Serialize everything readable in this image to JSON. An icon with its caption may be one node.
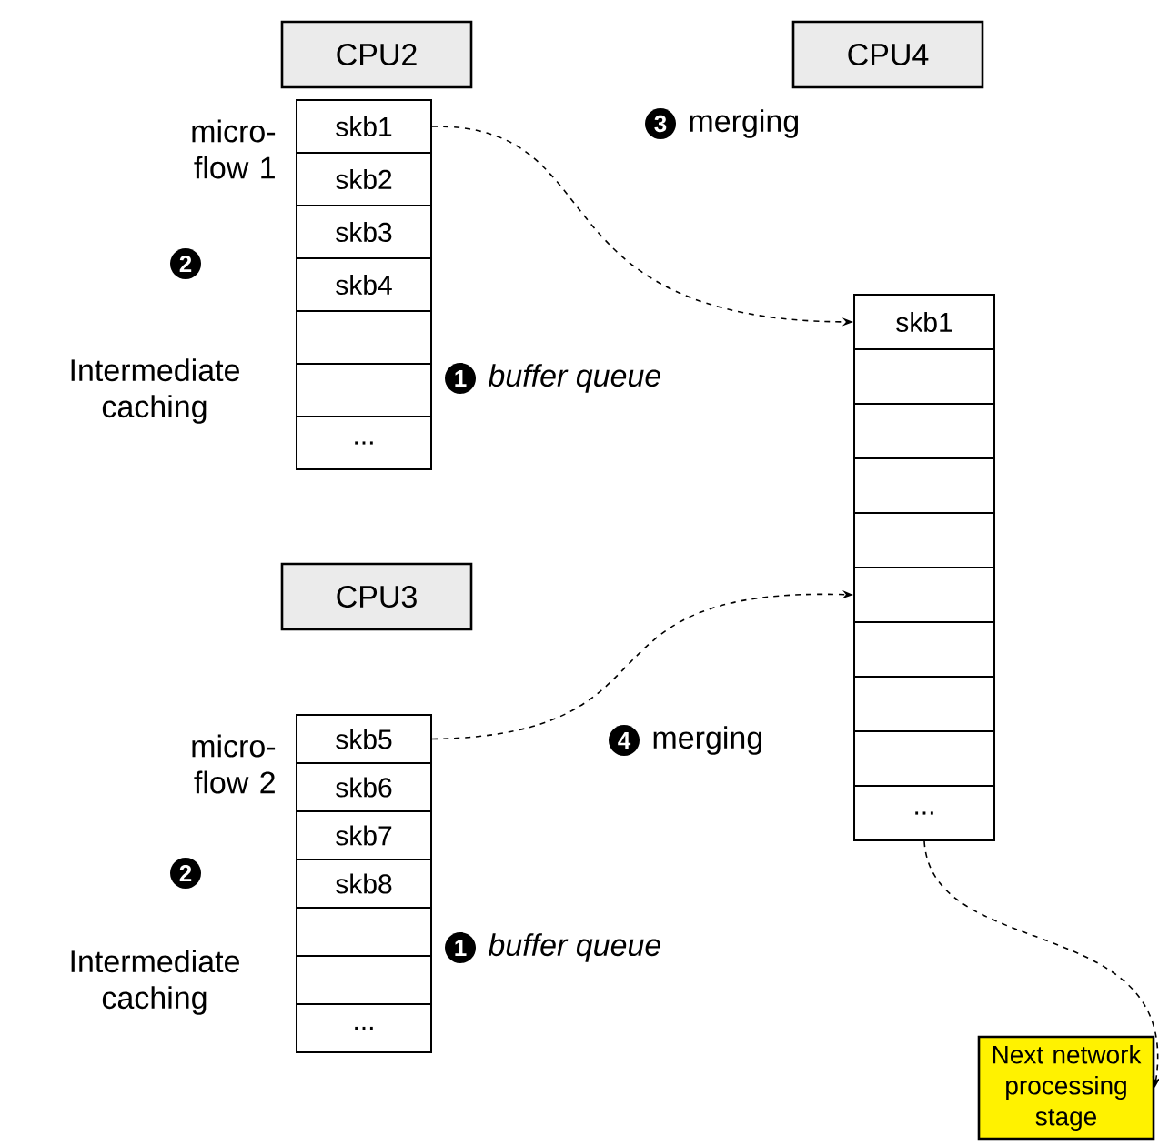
{
  "diagram": {
    "nodes": [
      {
        "text": [
          "CPU2"
        ]
      },
      {
        "text": [
          "CPU4"
        ]
      },
      {
        "text": [
          "CPU3"
        ]
      },
      {
        "text": [
          "skb1"
        ]
      },
      {
        "text": [
          "skb2"
        ]
      },
      {
        "text": [
          "skb3"
        ]
      },
      {
        "text": [
          "skb4"
        ]
      },
      {
        "text": [],
        "shape": "box"
      },
      {
        "text": [],
        "shape": "box"
      },
      {
        "text": [
          "..."
        ]
      },
      {
        "text": [
          "skb1"
        ]
      },
      {
        "text": [],
        "shape": "box"
      },
      {
        "text": [],
        "shape": "box"
      },
      {
        "text": [],
        "shape": "box"
      },
      {
        "text": [],
        "shape": "box"
      },
      {
        "text": [],
        "shape": "box"
      },
      {
        "text": [],
        "shape": "box"
      },
      {
        "text": [],
        "shape": "box"
      },
      {
        "text": [],
        "shape": "box"
      },
      {
        "text": [
          "..."
        ]
      },
      {
        "text": [
          "skb5"
        ]
      },
      {
        "text": [
          "skb6"
        ]
      },
      {
        "text": [
          "skb7"
        ]
      },
      {
        "text": [
          "skb8"
        ]
      },
      {
        "text": [],
        "shape": "box"
      },
      {
        "text": [],
        "shape": "box"
      },
      {
        "text": [
          "..."
        ]
      },
      {
        "text": [
          "Next network processing stage"
        ]
      }
    ],
    "edges": [
      {
        "from": 3,
        "to": 10,
        "arrow": "to",
        "style": "dashed"
      },
      {
        "from": 20,
        "to": 15,
        "arrow": "to",
        "style": "dashed"
      },
      {
        "from": 19,
        "to": 27,
        "arrow": "to",
        "style": "dashed"
      }
    ],
    "labels": [
      "micro-flow 1",
      "3",
      "merging",
      "2",
      "Intermediate caching",
      "1",
      "buffer queue",
      "micro-flow 2",
      "4",
      "merging",
      "2",
      "Intermediate caching",
      "1",
      "buffer queue"
    ]
  }
}
